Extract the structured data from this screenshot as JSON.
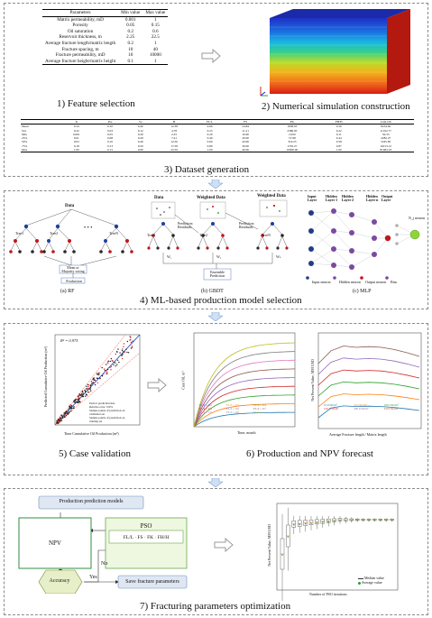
{
  "captions": {
    "feature_selection": "1) Feature selection",
    "numerical_simulation": "2) Numerical simulation construction",
    "dataset_generation": "3) Dataset generation",
    "ml_selection": "4) ML-based production model selection",
    "case_validation": "5) Case validation",
    "production_npv": "6) Production and NPV forecast",
    "optimization": "7) Fracturing parameters optimization"
  },
  "feature_table": {
    "headers": [
      "Parameters",
      "Min value",
      "Max value"
    ],
    "rows": [
      [
        "Matrix permeability, mD",
        "0.001",
        "1"
      ],
      [
        "Porosity",
        "0.05",
        "0.15"
      ],
      [
        "Oil saturation",
        "0.2",
        "0.6"
      ],
      [
        "Reservoir thickness, m",
        "2.25",
        "22.5"
      ],
      [
        "Average fracture length/matrix length",
        "0.2",
        "1"
      ],
      [
        "Fracture spacing, m",
        "10",
        "40"
      ],
      [
        "Fracture permeability, mD",
        "10",
        "10000"
      ],
      [
        "Average fracture height/matrix height",
        "0.1",
        "1"
      ]
    ]
  },
  "dataset_table": {
    "headers": [
      "",
      "K",
      "Por",
      "So",
      "H",
      "FL/L",
      "FS",
      "FK",
      "FH/H",
      "Cum Oil"
    ],
    "rows": [
      [
        "Mean",
        "0.34",
        "0.10",
        "0.40",
        "12.38",
        "0.60",
        "24.84",
        "1838.03",
        "0.56",
        "8234.62"
      ],
      [
        "Std",
        "0.22",
        "0.03",
        "0.12",
        "4.78",
        "0.23",
        "11.21",
        "2386.93",
        "0.22",
        "11192.77"
      ],
      [
        "Min",
        "0.001",
        "0.05",
        "0.20",
        "2.25",
        "0.20",
        "10.00",
        "10.00",
        "0.11",
        "50.33"
      ],
      [
        "25%",
        "0.01",
        "0.08",
        "0.29",
        "7.41",
        "0.40",
        "20.00",
        "57.98",
        "0.44",
        "2282.27"
      ],
      [
        "50%",
        "0.03",
        "0.10",
        "0.40",
        "12.50",
        "0.60",
        "20.00",
        "316.25",
        "0.58",
        "5245.85"
      ],
      [
        "75%",
        "0.18",
        "0.13",
        "0.50",
        "17.58",
        "0.80",
        "30.00",
        "1793.27",
        "0.87",
        "10213.12"
      ],
      [
        "Max",
        "1.00",
        "0.15",
        "0.60",
        "22.50",
        "1.00",
        "40.00",
        "10000.00",
        "1.00",
        "81484.18"
      ]
    ]
  },
  "rf": {
    "root": "Data",
    "tree1": "Tree1",
    "tree2": "Tree2",
    "treeN": "TreeN",
    "dots": "• • •",
    "vote": "Mean or Majority voting",
    "result": "Production",
    "label": "(a) RF"
  },
  "gbdt": {
    "data": "Data",
    "weighted1": "Weighted Data",
    "weighted2": "Weighted Data",
    "tree1": "Tree1",
    "tree2": "Tree2",
    "treeN": "TreeN",
    "w1": "W₁",
    "w2": "W₂",
    "wn": "Wₙ",
    "pred": "Prediction Residuals",
    "ensemble": "Ensemble Prediction",
    "label": "(b) GBDT"
  },
  "mlp": {
    "input": "Input Layer",
    "hidden1": "Hidden Layer 1",
    "hidden2": "Hidden Layer 2",
    "hiddenN": "Hidden Layer n",
    "output": "Output Layer",
    "neuron": "N_j neuron",
    "legend1": "Input neuron",
    "legend2": "Hidden neuron",
    "legend3": "Output neuron",
    "legend4": "Bias",
    "label": "(c) MLP"
  },
  "validation": {
    "r2": "R² = 0.975",
    "xlabel": "Time Cumulative Oil Production (m³)",
    "ylabel": "Predicted Cumulative Oil Production (m³)",
    "legend": [
      "Perfect prediction line",
      "Relative error ±20%",
      "Sample points of prediction on validation set",
      "Sample points of prediction on training set"
    ]
  },
  "production_chart": {
    "ylabel": "Cum Oil, m³",
    "xlabel": "Time, month",
    "legend": [
      "FL/L = 0.2",
      "FL/L = 0.3",
      "FL/L = 0.4",
      "FL/L = 0.5",
      "FL/L = 0.6",
      "FL/L = 0.7",
      "FL/L = 0.8",
      "FL/L = 0.9",
      "FL/L = 1"
    ]
  },
  "npv_chart": {
    "ylabel": "Net Present Value, MM USD",
    "xlabel": "Average Fracture length / Matrix length",
    "legend": [
      "10 USD/m³",
      "50 USD/m³",
      "100 USD/m³",
      "150 USD/m³",
      "200 USD/m³",
      "250 USD/m³"
    ]
  },
  "flow": {
    "models": "Production prediction models",
    "npv": "NPV",
    "pso": "PSO",
    "params": "FL/L · FS · FK · FH/H",
    "accuracy": "Accuracy",
    "no": "No",
    "yes": "Yes",
    "save": "Save fracture parameters"
  },
  "opt_chart": {
    "ylabel": "Net Present Value, MM USD",
    "xlabel": "Number of PSO iterations",
    "legend": [
      "Median value",
      "Average value"
    ]
  }
}
